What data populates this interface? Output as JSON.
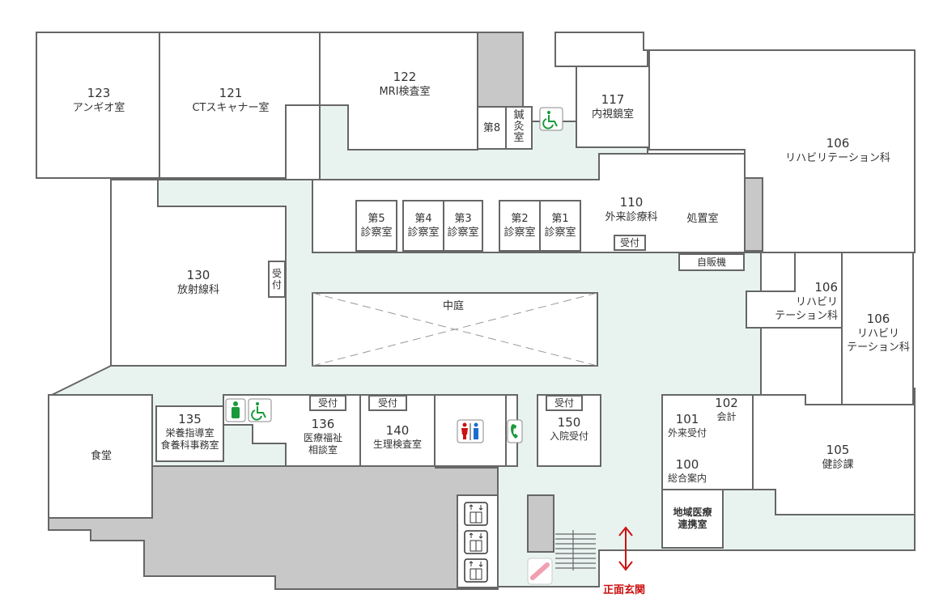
{
  "rooms": {
    "r123": {
      "num": "123",
      "name": "アンギオ室"
    },
    "r121": {
      "num": "121",
      "name": "CTスキャナー室"
    },
    "r122": {
      "num": "122",
      "name": "MRI検査室"
    },
    "r8": {
      "name": "第8"
    },
    "acu": {
      "name": "鍼灸室"
    },
    "r117": {
      "num": "117",
      "name": "内視鏡室"
    },
    "r106a": {
      "num": "106",
      "name": "リハビリテーション科"
    },
    "r110": {
      "num": "110",
      "name": "外来診療科"
    },
    "treat": {
      "name": "処置室"
    },
    "c5": {
      "l1": "第5",
      "l2": "診察室"
    },
    "c4": {
      "l1": "第4",
      "l2": "診察室"
    },
    "c3": {
      "l1": "第3",
      "l2": "診察室"
    },
    "c2": {
      "l1": "第2",
      "l2": "診察室"
    },
    "c1": {
      "l1": "第1",
      "l2": "診察室"
    },
    "r130": {
      "num": "130",
      "name": "放射線科"
    },
    "courtyard": {
      "name": "中庭"
    },
    "vending": {
      "name": "自販機"
    },
    "r106b": {
      "num": "106",
      "l1": "リハビリ",
      "l2": "テーション科"
    },
    "r106c": {
      "num": "106",
      "l1": "リハビリ",
      "l2": "テーション科"
    },
    "cafeteria": {
      "name": "食堂"
    },
    "r135": {
      "num": "135",
      "l1": "栄養指導室",
      "l2": "食養科事務室"
    },
    "r136": {
      "num": "136",
      "l1": "医療福祉",
      "l2": "相談室"
    },
    "r140": {
      "num": "140",
      "name": "生理検査室"
    },
    "r150": {
      "num": "150",
      "name": "入院受付"
    },
    "r101": {
      "num": "101",
      "name": "外来受付"
    },
    "r102": {
      "num": "102",
      "name": "会計"
    },
    "r100": {
      "num": "100",
      "name": "総合案内"
    },
    "r105": {
      "num": "105",
      "name": "健診課"
    },
    "regional": {
      "l1": "地域医療",
      "l2": "連携室"
    }
  },
  "reception": {
    "label": "受付",
    "label130": "受付"
  },
  "entrance": {
    "label": "正面玄関"
  },
  "colors": {
    "wall": "#666666",
    "floor": "#e8f3f0",
    "room": "#ffffff",
    "blocked": "#c8c8c8",
    "green": "#1a9a3a",
    "red": "#cc1111"
  },
  "icons": [
    "wheelchair-icon",
    "person-icon",
    "restroom-icon",
    "telephone-icon",
    "elevator-icon",
    "stairs-icon",
    "double-arrow-icon"
  ]
}
